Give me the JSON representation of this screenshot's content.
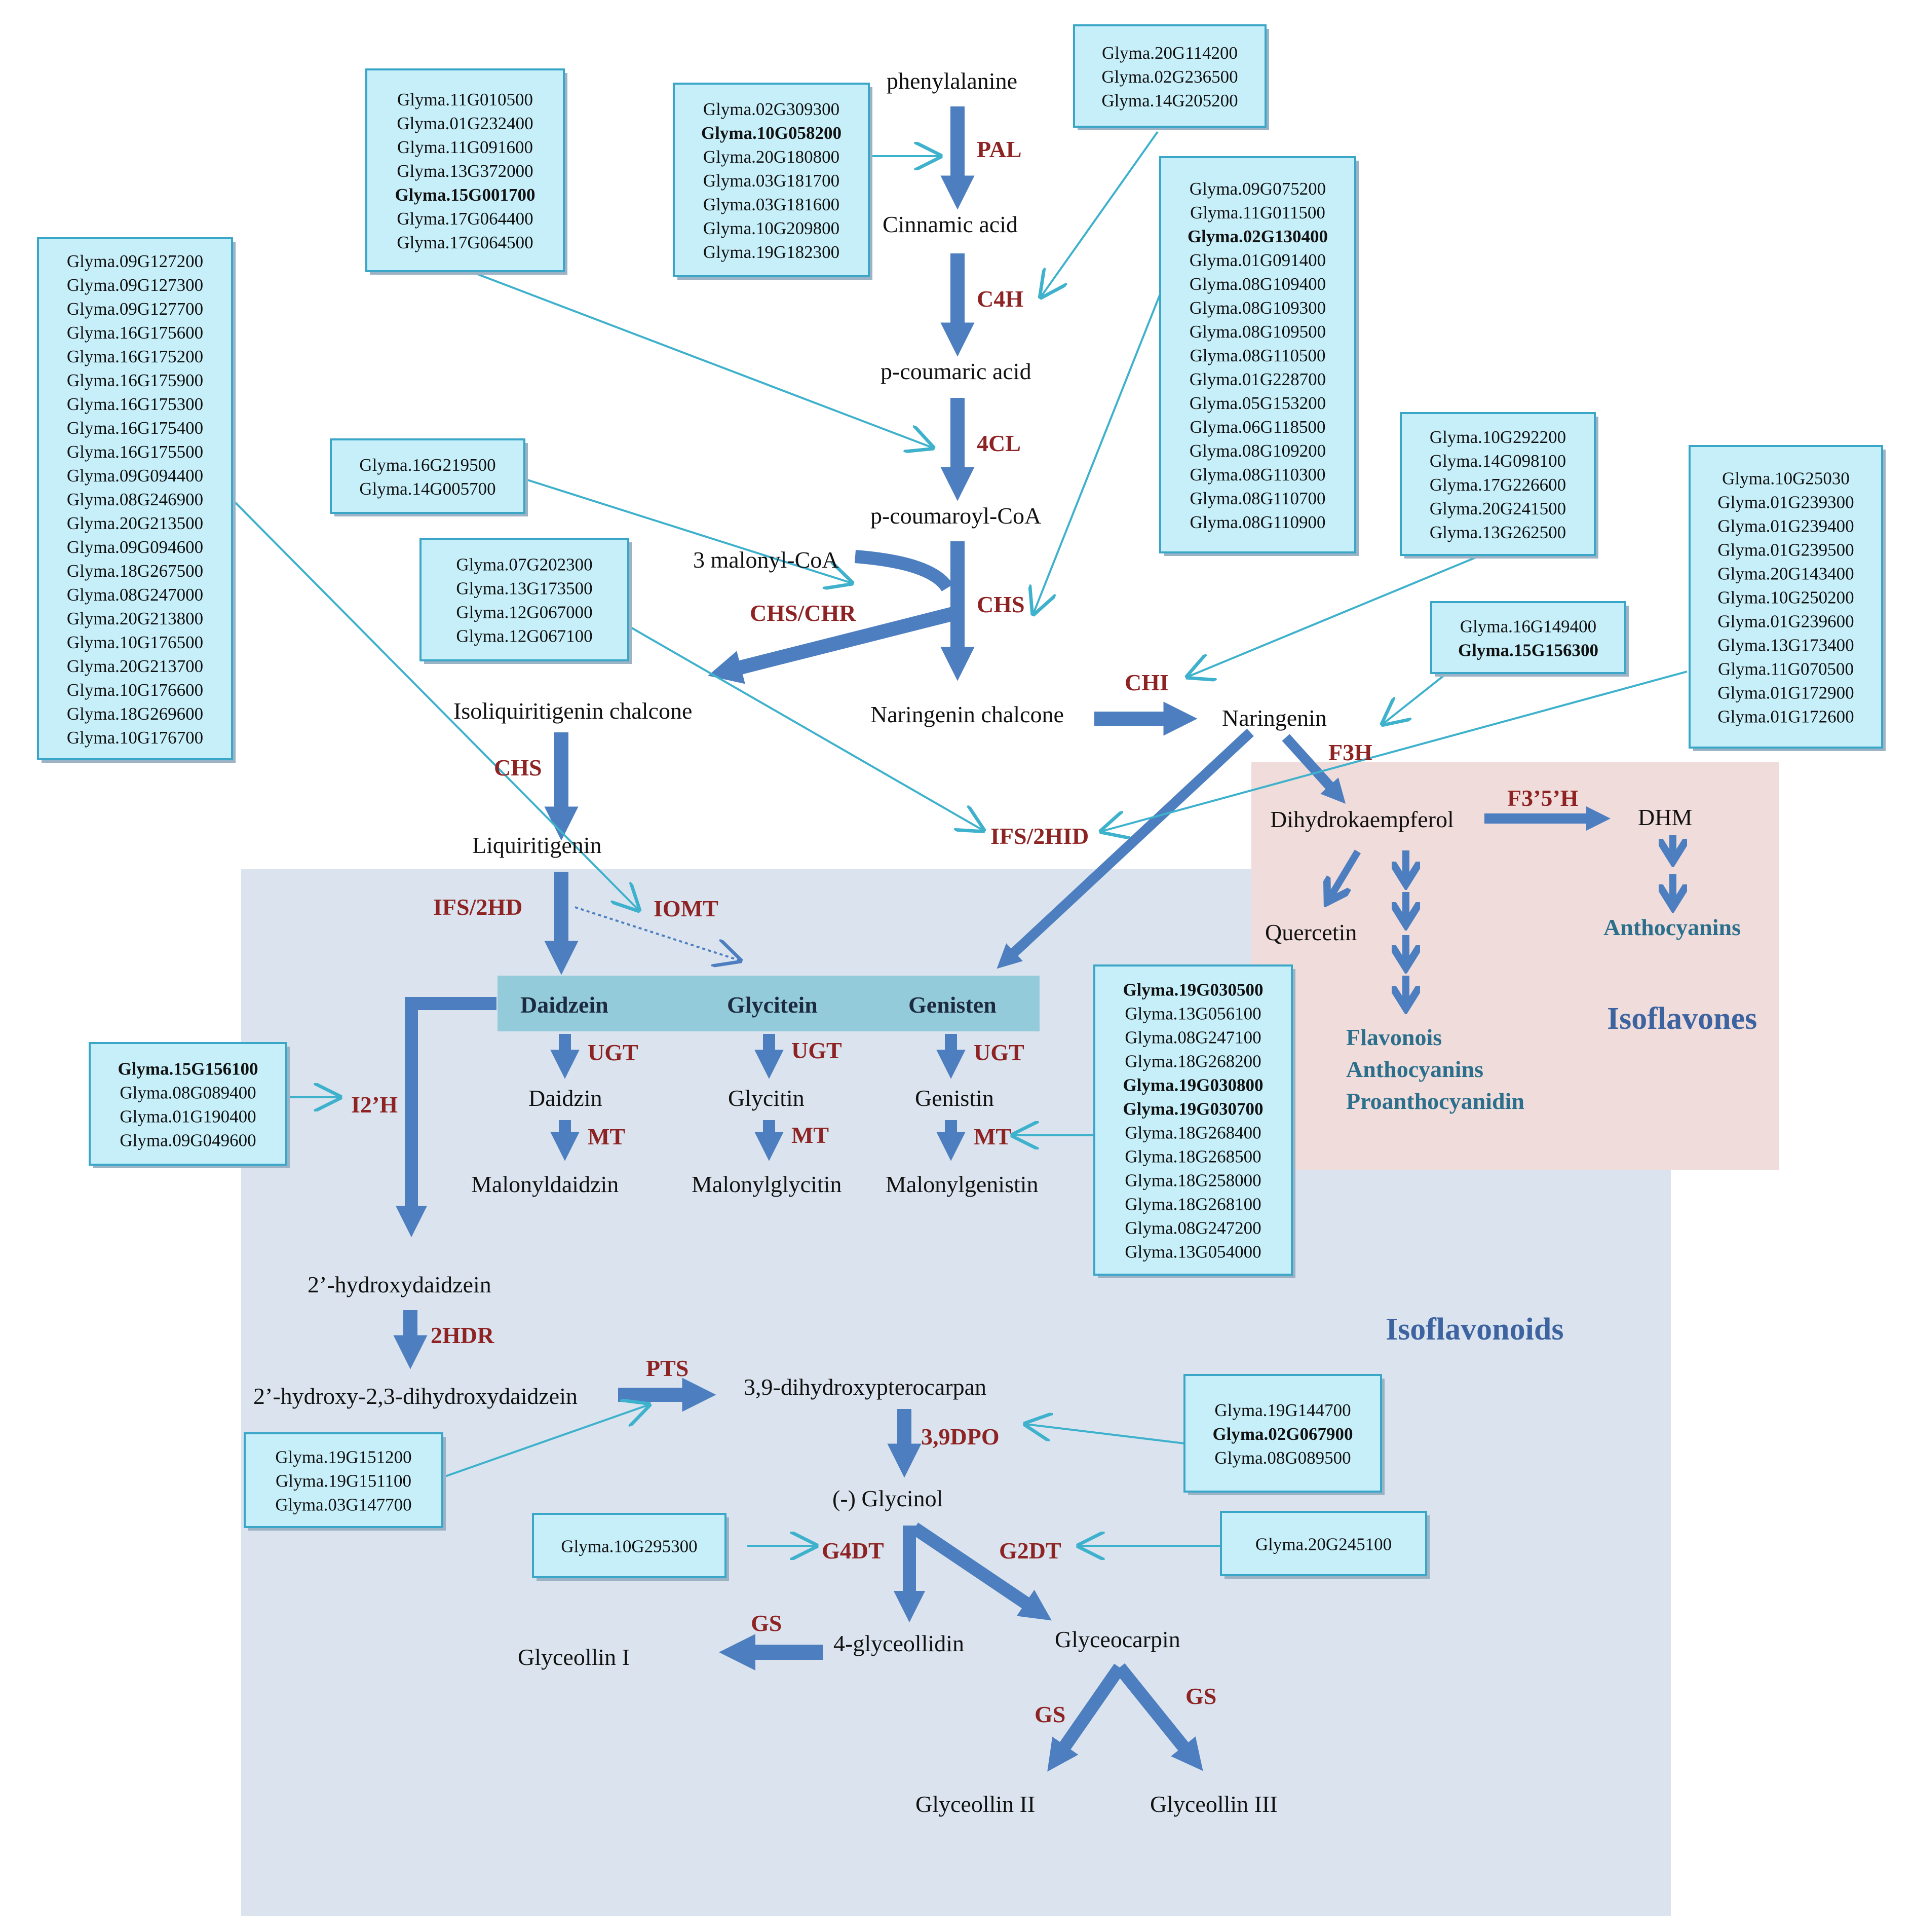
{
  "sections": {
    "isoflavones": "Isoflavones",
    "isoflavonoids": "Isoflavonoids"
  },
  "metabolites": {
    "phenylalanine": "phenylalanine",
    "cinnamic_acid": "Cinnamic acid",
    "p_coumaric_acid": "p-coumaric acid",
    "p_coumaroyl_coa": "p-coumaroyl-CoA",
    "malonyl_coa": "3 malonyl-CoA",
    "naringenin_chalcone": "Naringenin chalcone",
    "naringenin": "Naringenin",
    "isoliquiritigenin_chalcone": "Isoliquiritigenin chalcone",
    "liquiritigenin": "Liquiritigenin",
    "dihydrokaempferol": "Dihydrokaempferol",
    "dhm": "DHM",
    "quercetin": "Quercetin",
    "anthocyanins": "Anthocyanins",
    "flavonols": "Flavonois",
    "anthocyanins2": "Anthocyanins",
    "proanthocyanidin": "Proanthocyanidin",
    "daidzein": "Daidzein",
    "glycitein": "Glycitein",
    "genisten": "Genisten",
    "daidzin": "Daidzin",
    "glycitin": "Glycitin",
    "genistin": "Genistin",
    "malonyldaidzin": "Malonyldaidzin",
    "malonylglycitin": "Malonylglycitin",
    "malonylgenistin": "Malonylgenistin",
    "hydroxydaidzein": "2’-hydroxydaidzein",
    "hydroxy_dihydro": "2’-hydroxy-2,3-dihydroxydaidzein",
    "dihydroxypterocarpan": "3,9-dihydroxypterocarpan",
    "glycinol": "(-) Glycinol",
    "glyceollidin": "4-glyceollidin",
    "glyceocarpin": "Glyceocarpin",
    "glyceollin1": "Glyceollin I",
    "glyceollin2": "Glyceollin II",
    "glyceollin3": "Glyceollin III"
  },
  "enzymes": {
    "pal": "PAL",
    "c4h": "C4H",
    "cl4": "4CL",
    "chs": "CHS",
    "chs_chr": "CHS/CHR",
    "chi": "CHI",
    "chs2": "CHS",
    "f3h": "F3H",
    "f35h": "F3’5’H",
    "ifs_r": "IFS/2HID",
    "ifs_l": "IFS/2HD",
    "iomt": "IOMT",
    "ugt1": "UGT",
    "ugt2": "UGT",
    "ugt3": "UGT",
    "mt1": "MT",
    "mt2": "MT",
    "mt3": "MT",
    "i2h": "I2’H",
    "hdr": "2HDR",
    "pts": "PTS",
    "dpo": "3,9DPO",
    "g4dt": "G4DT",
    "g2dt": "G2DT",
    "gs1": "GS",
    "gs2": "GS",
    "gs3": "GS"
  },
  "gene_boxes": {
    "pal": {
      "genes": [
        "Glyma.02G309300",
        "Glyma.10G058200",
        "Glyma.20G180800",
        "Glyma.03G181700",
        "Glyma.03G181600",
        "Glyma.10G209800",
        "Glyma.19G182300"
      ],
      "bold": [
        1
      ]
    },
    "c4h": {
      "genes": [
        "Glyma.20G114200",
        "Glyma.02G236500",
        "Glyma.14G205200"
      ],
      "bold": []
    },
    "cl4": {
      "genes": [
        "Glyma.11G010500",
        "Glyma.01G232400",
        "Glyma.11G091600",
        "Glyma.13G372000",
        "Glyma.15G001700",
        "Glyma.17G064400",
        "Glyma.17G064500"
      ],
      "bold": [
        4
      ]
    },
    "chs": {
      "genes": [
        "Glyma.09G075200",
        "Glyma.11G011500",
        "Glyma.02G130400",
        "Glyma.01G091400",
        "Glyma.08G109400",
        "Glyma.08G109300",
        "Glyma.08G109500",
        "Glyma.08G110500",
        "Glyma.01G228700",
        "Glyma.05G153200",
        "Glyma.06G118500",
        "Glyma.08G109200",
        "Glyma.08G110300",
        "Glyma.08G110700",
        "Glyma.08G110900"
      ],
      "bold": [
        2
      ]
    },
    "iomt": {
      "genes": [
        "Glyma.09G127200",
        "Glyma.09G127300",
        "Glyma.09G127700",
        "Glyma.16G175600",
        "Glyma.16G175200",
        "Glyma.16G175900",
        "Glyma.16G175300",
        "Glyma.16G175400",
        "Glyma.16G175500",
        "Glyma.09G094400",
        "Glyma.08G246900",
        "Glyma.20G213500",
        "Glyma.09G094600",
        "Glyma.18G267500",
        "Glyma.08G247000",
        "Glyma.20G213800",
        "Glyma.10G176500",
        "Glyma.20G213700",
        "Glyma.10G176600",
        "Glyma.18G269600",
        "Glyma.10G176700"
      ],
      "bold": []
    },
    "chr": {
      "genes": [
        "Glyma.16G219500",
        "Glyma.14G005700"
      ],
      "bold": []
    },
    "ifs": {
      "genes": [
        "Glyma.07G202300",
        "Glyma.13G173500",
        "Glyma.12G067000",
        "Glyma.12G067100"
      ],
      "bold": []
    },
    "chi": {
      "genes": [
        "Glyma.10G292200",
        "Glyma.14G098100",
        "Glyma.17G226600",
        "Glyma.20G241500",
        "Glyma.13G262500"
      ],
      "bold": []
    },
    "chi2": {
      "genes": [
        "Glyma.16G149400",
        "Glyma.15G156300"
      ],
      "bold": [
        1
      ]
    },
    "ifs2": {
      "genes": [
        "Glyma.10G25030",
        "Glyma.01G239300",
        "Glyma.01G239400",
        "Glyma.01G239500",
        "Glyma.20G143400",
        "Glyma.10G250200",
        "Glyma.01G239600",
        "Glyma.13G173400",
        "Glyma.11G070500",
        "Glyma.01G172900",
        "Glyma.01G172600"
      ],
      "bold": []
    },
    "i2h": {
      "genes": [
        "Glyma.15G156100",
        "Glyma.08G089400",
        "Glyma.01G190400",
        "Glyma.09G049600"
      ],
      "bold": [
        0
      ]
    },
    "mt": {
      "genes": [
        "Glyma.19G030500",
        "Glyma.13G056100",
        "Glyma.08G247100",
        "Glyma.18G268200",
        "Glyma.19G030800",
        "Glyma.19G030700",
        "Glyma.18G268400",
        "Glyma.18G268500",
        "Glyma.18G258000",
        "Glyma.18G268100",
        "Glyma.08G247200",
        "Glyma.13G054000"
      ],
      "bold": [
        0,
        4,
        5
      ]
    },
    "dpo": {
      "genes": [
        "Glyma.19G144700",
        "Glyma.02G067900",
        "Glyma.08G089500"
      ],
      "bold": [
        1
      ]
    },
    "pts": {
      "genes": [
        "Glyma.19G151200",
        "Glyma.19G151100",
        "Glyma.03G147700"
      ],
      "bold": []
    },
    "g4dt": {
      "genes": [
        "Glyma.10G295300"
      ],
      "bold": []
    },
    "g2dt": {
      "genes": [
        "Glyma.20G245100"
      ],
      "bold": []
    }
  },
  "colors": {
    "main_arrow": "#4d7fc0",
    "thin_arrow": "#3eb1cc",
    "enzyme_text": "#8e2323",
    "isoflavonoid_bg": "#dbe4ee",
    "isoflavone_bg": "#f0dcda",
    "isoflavone_bar": "#93cbda",
    "section_text": "#3d64a0",
    "product_text": "#2b6f8c",
    "gene_box_fill": "#c7eff9",
    "gene_box_stroke": "#3aa6c8"
  }
}
